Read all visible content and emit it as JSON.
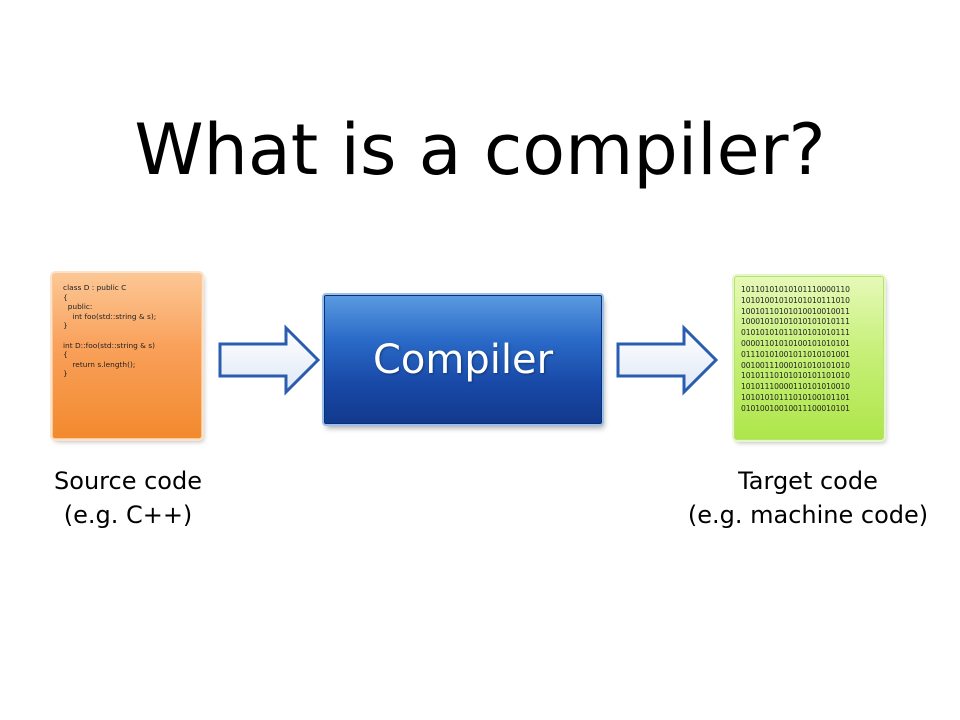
{
  "slide": {
    "title": "What is a compiler?"
  },
  "source": {
    "code_lines": [
      "class D : public C",
      "{",
      "  public:",
      "    int foo(std::string & s);",
      "}",
      "",
      "int D::foo(std::string & s)",
      "{",
      "    return s.length();",
      "}"
    ],
    "caption_line1": "Source code",
    "caption_line2": "(e.g. C++)",
    "color": "#f9a05a"
  },
  "compiler": {
    "label": "Compiler",
    "color": "#1f56b4"
  },
  "target": {
    "binary_lines": [
      "1011010101010111000011​0",
      "10101001010101010111010",
      "10010110101010010010011",
      "10001010101010101010111",
      "01010101011010101010111",
      "00001101010100101010101",
      "01110101001011010101001",
      "00100111000101010101010",
      "10101110101010101101010",
      "10101110000110101010010",
      "10101010111010100101101",
      "01010010010011100010101"
    ],
    "caption_line1": "Target code",
    "caption_line2": "(e.g. machine code)",
    "color": "#c7f07a"
  },
  "arrows": {
    "color": "#ffffff",
    "outline_color": "#2a5db0"
  }
}
